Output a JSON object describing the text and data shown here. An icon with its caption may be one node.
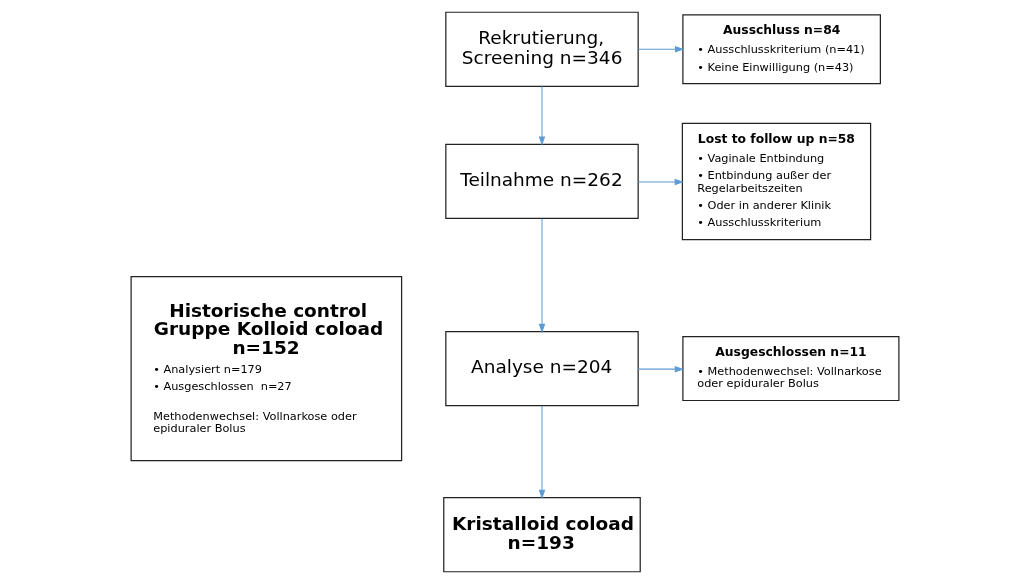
{
  "diagram": {
    "nodes": [
      {
        "text": [
          "Rekrutierung, Screening n=346"
        ]
      },
      {
        "text": [
          "Ausschluss n=84",
          "• Ausschlusskriterium (n=41)",
          "• Keine Einwilligung (n=43)"
        ]
      },
      {
        "text": [
          "Teilnahme n=262"
        ]
      },
      {
        "text": [
          "Lost to follow up n=58",
          "• Vaginale Entbindung",
          "• Entbindung außer der Regelarbeitszeiten",
          "• Oder in anderer Klinik",
          "• Ausschlusskriterium"
        ]
      },
      {
        "text": [
          "Analyse n=204"
        ]
      },
      {
        "text": [
          "Ausgeschlossen n=11",
          "• Methodenwechsel: Vollnarkose oder epiduraler Bolus"
        ]
      },
      {
        "text": [
          "Kristalloid coload n=193"
        ]
      },
      {
        "text": [
          "Historische control Gruppe Kolloid coload n=152",
          "• Analysiert n=179",
          "• Ausgeschlossen  n=27",
          "Methodenwechsel: Vollnarkose oder epiduraler Bolus"
        ]
      }
    ],
    "edges": [
      {
        "from": 0,
        "to": 2,
        "arrow": "to"
      },
      {
        "from": 0,
        "to": 1,
        "arrow": "to"
      },
      {
        "from": 2,
        "to": 4,
        "arrow": "to"
      },
      {
        "from": 2,
        "to": 3,
        "arrow": "to"
      },
      {
        "from": 4,
        "to": 6,
        "arrow": "to"
      },
      {
        "from": 4,
        "to": 5,
        "arrow": "to"
      }
    ]
  }
}
